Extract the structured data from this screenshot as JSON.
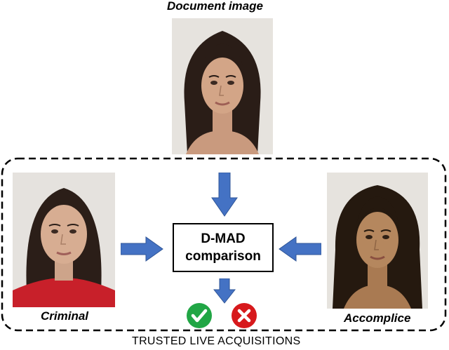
{
  "captions": {
    "document": "Document image",
    "criminal": "Criminal",
    "accomplice": "Accomplice"
  },
  "process": {
    "line1": "D-MAD",
    "line2": "comparison"
  },
  "region_label": "TRUSTED LIVE ACQUISITIONS",
  "photos": {
    "document": "document-face-photo",
    "criminal": "criminal-face-photo",
    "accomplice": "accomplice-face-photo"
  },
  "results": {
    "accept": "check-icon",
    "reject": "cross-icon"
  },
  "colors": {
    "arrow": "#4472c4",
    "accept": "#21a645",
    "reject": "#d7191c",
    "border": "#000000"
  }
}
